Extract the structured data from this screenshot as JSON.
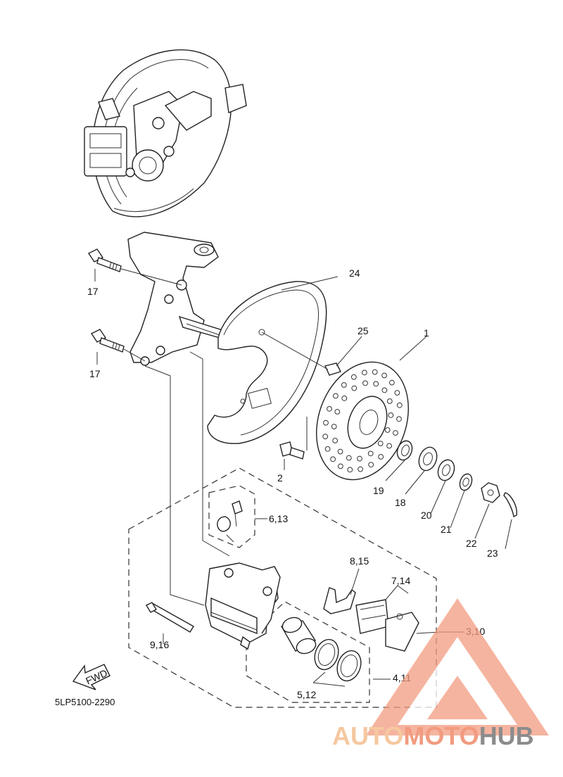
{
  "diagram": {
    "code": "5LP5100-2290",
    "fwd": "FWD",
    "callouts": {
      "c1": "1",
      "c2": "2",
      "c3_10": "3,10",
      "c4_11": "4,11",
      "c5_12": "5,12",
      "c6_13": "6,13",
      "c7_14": "7,14",
      "c8_15": "8,15",
      "c9_16": "9,16",
      "c17a": "17",
      "c17b": "17",
      "c18": "18",
      "c19": "19",
      "c20": "20",
      "c21": "21",
      "c22": "22",
      "c23": "23",
      "c24": "24",
      "c25": "25"
    }
  },
  "watermark": {
    "part1": "AUTO",
    "part2": "MOTO",
    "part3": "HUB",
    "color_light": "#f5c8a0",
    "color_mid": "#f29b80",
    "color_dark": "#8c8c8c"
  }
}
